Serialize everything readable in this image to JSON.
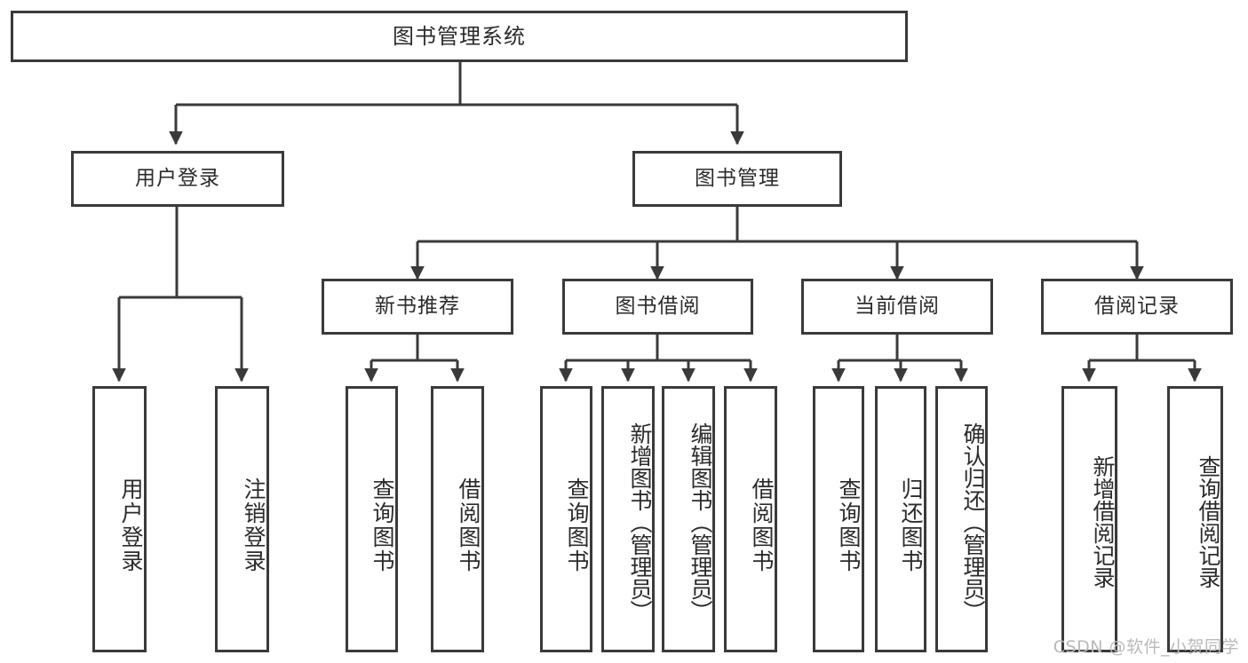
{
  "diagram": {
    "type": "tree-hierarchy",
    "title": "图书管理系统",
    "orientation": "top-down",
    "line_color": "#3a3a3a",
    "box_fill": "#ffffff",
    "text_color": "#2b2b2b",
    "watermark": "CSDN @软件_小贺同学",
    "nodes": {
      "root": {
        "label": "图书管理系统",
        "level": 1
      },
      "level2": [
        {
          "id": "user-login",
          "label": "用户登录"
        },
        {
          "id": "book-manage",
          "label": "图书管理"
        }
      ],
      "level3": [
        {
          "id": "new-book-recommend",
          "label": "新书推荐",
          "parent": "book-manage"
        },
        {
          "id": "book-borrow",
          "label": "图书借阅",
          "parent": "book-manage"
        },
        {
          "id": "current-borrow",
          "label": "当前借阅",
          "parent": "book-manage"
        },
        {
          "id": "borrow-record",
          "label": "借阅记录",
          "parent": "book-manage"
        }
      ],
      "leaves": [
        {
          "id": "leaf-user-login",
          "label": "用户登录",
          "parent": "user-login"
        },
        {
          "id": "leaf-logout",
          "label": "注销登录",
          "parent": "user-login"
        },
        {
          "id": "leaf-query-book-1",
          "label": "查询图书",
          "parent": "new-book-recommend"
        },
        {
          "id": "leaf-borrow-book-1",
          "label": "借阅图书",
          "parent": "new-book-recommend"
        },
        {
          "id": "leaf-query-book-2",
          "label": "查询图书",
          "parent": "book-borrow"
        },
        {
          "id": "leaf-add-book",
          "label": "新增图书（管理员）",
          "parent": "book-borrow"
        },
        {
          "id": "leaf-edit-book",
          "label": "编辑图书（管理员）",
          "parent": "book-borrow"
        },
        {
          "id": "leaf-borrow-book-2",
          "label": "借阅图书",
          "parent": "book-borrow"
        },
        {
          "id": "leaf-query-book-3",
          "label": "查询图书",
          "parent": "current-borrow"
        },
        {
          "id": "leaf-return-book",
          "label": "归还图书",
          "parent": "current-borrow"
        },
        {
          "id": "leaf-confirm-return",
          "label": "确认归还（管理员）",
          "parent": "current-borrow"
        },
        {
          "id": "leaf-add-record",
          "label": "新增借阅记录",
          "parent": "borrow-record"
        },
        {
          "id": "leaf-query-record",
          "label": "查询借阅记录",
          "parent": "borrow-record"
        }
      ]
    }
  }
}
